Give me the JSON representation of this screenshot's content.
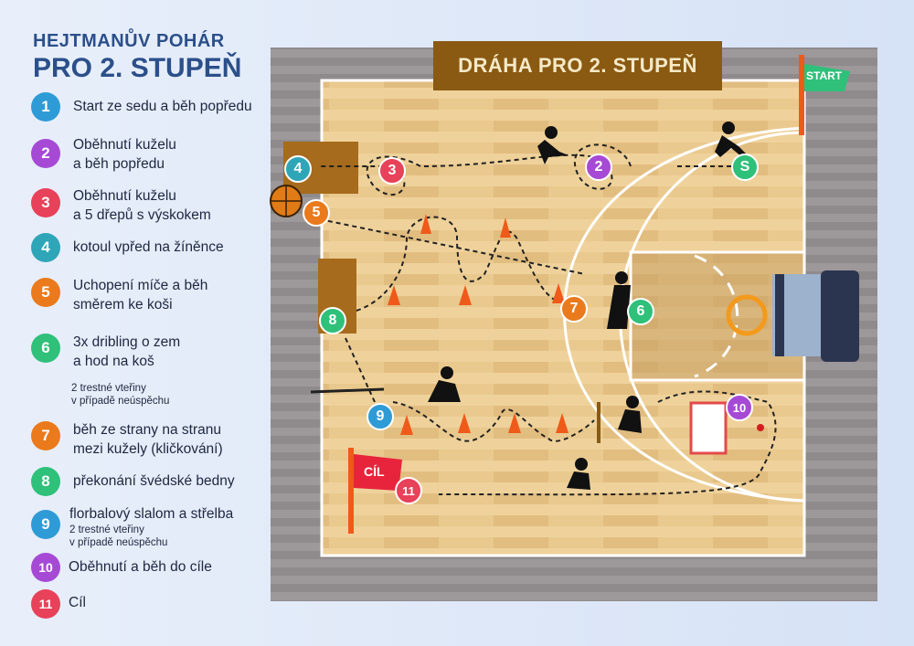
{
  "header": {
    "line1": "HEJTMANŮV POHÁR",
    "line2": "PRO 2. STUPEŇ"
  },
  "court_title": "DRÁHA PRO 2. STUPEŇ",
  "flags": {
    "start": "START",
    "finish": "CÍL"
  },
  "legend": [
    {
      "num": "1",
      "color": "#2f9bd6",
      "text": "Start ze sedu a běh popředu"
    },
    {
      "num": "2",
      "color": "#a64ad6",
      "text": "Oběhnutí kuželu",
      "text2": "a běh popředu"
    },
    {
      "num": "3",
      "color": "#e8415a",
      "text": "Oběhnutí kuželu",
      "text2": "a 5 dřepů s výskokem"
    },
    {
      "num": "4",
      "color": "#2fa6b8",
      "text": "kotoul vpřed na žíněnce"
    },
    {
      "num": "5",
      "color": "#ea7a1c",
      "text": "Uchopení míče a běh",
      "text2": "směrem ke koši"
    },
    {
      "num": "6",
      "color": "#2fc07a",
      "text": "3x dribling o zem",
      "text2": "a hod na koš"
    },
    {
      "num": "7",
      "color": "#ea7a1c",
      "text": "běh ze strany na stranu",
      "text2": "mezi kužely (kličkování)"
    },
    {
      "num": "8",
      "color": "#2fc07a",
      "text": "překonání švédské bedny"
    },
    {
      "num": "9",
      "color": "#2f9bd6",
      "text": "florbalový slalom a střelba",
      "note": "2 trestné vteřiny",
      "note2": "v případě neúspěchu"
    },
    {
      "num": "10",
      "color": "#a64ad6",
      "text": "Oběhnutí a běh do cíle"
    },
    {
      "num": "11",
      "color": "#e8415a",
      "text": "Cíl"
    }
  ],
  "penalty_note": {
    "line1": "2 trestné vteřiny",
    "line2": "v případě neúspěchu"
  },
  "court_markers": [
    {
      "label": "S",
      "color": "#2fc07a"
    },
    {
      "label": "2",
      "color": "#a64ad6"
    },
    {
      "label": "3",
      "color": "#e8415a"
    },
    {
      "label": "4",
      "color": "#2fa6b8"
    },
    {
      "label": "5",
      "color": "#ea7a1c"
    },
    {
      "label": "6",
      "color": "#2fc07a"
    },
    {
      "label": "7",
      "color": "#ea7a1c"
    },
    {
      "label": "8",
      "color": "#2fc07a"
    },
    {
      "label": "9",
      "color": "#2f9bd6"
    },
    {
      "label": "10",
      "color": "#a64ad6"
    },
    {
      "label": "11",
      "color": "#e8415a"
    }
  ]
}
